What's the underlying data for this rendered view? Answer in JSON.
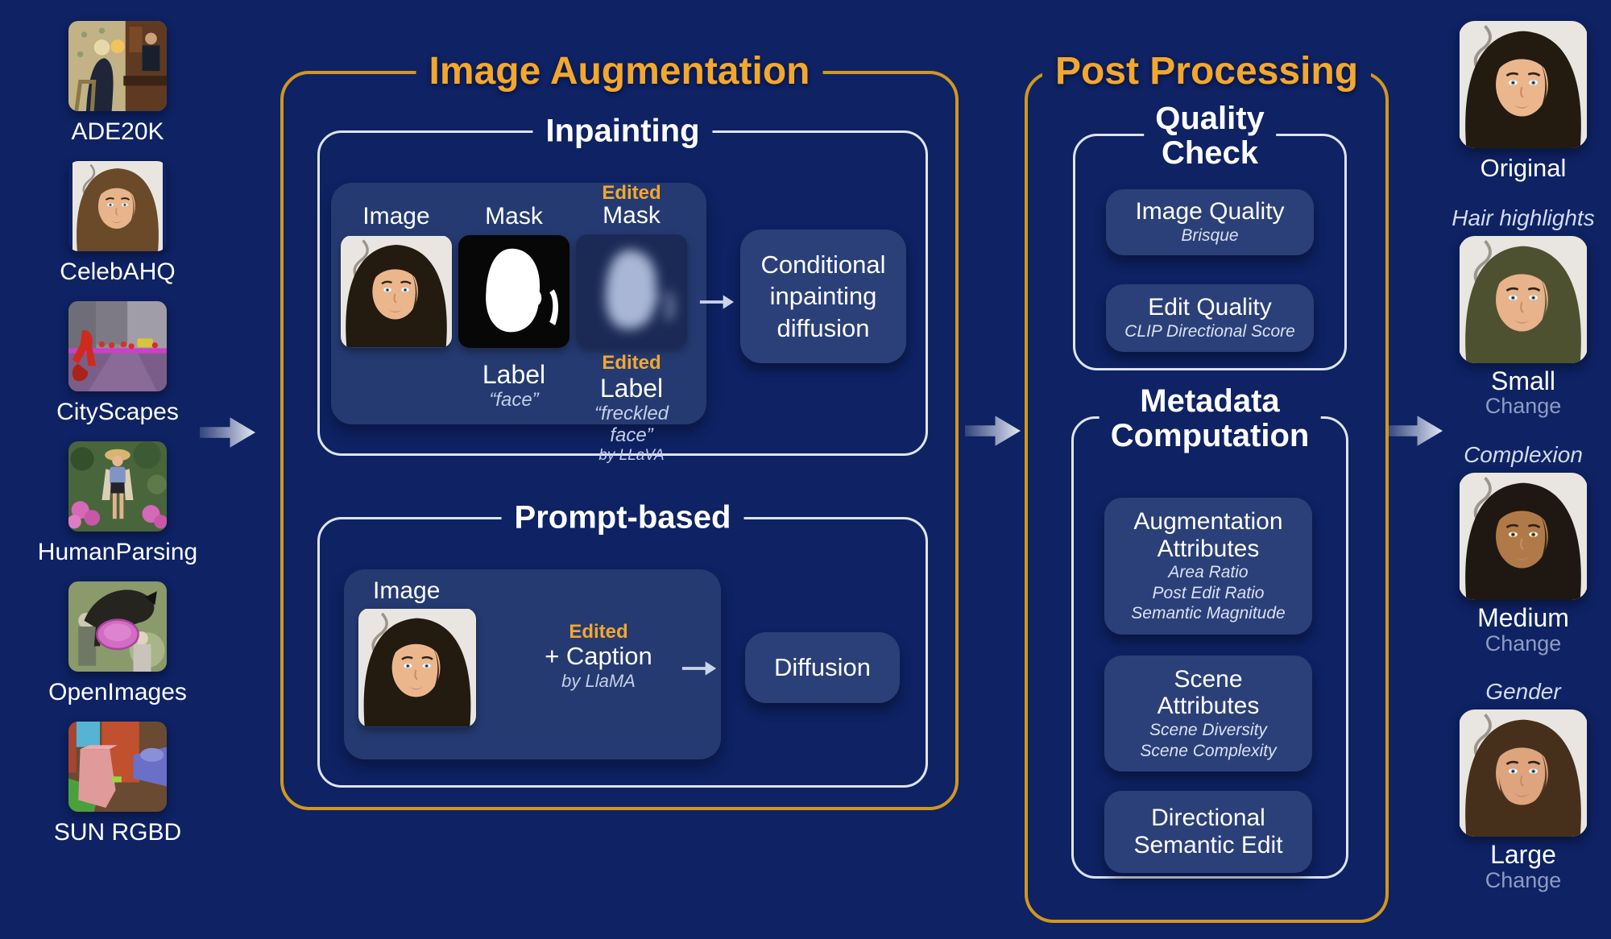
{
  "colors": {
    "background_navy": "#0E2264",
    "accent_orange_title": "#F2A72E",
    "accent_orange_border": "#D2971F",
    "card_navy": "#253A71",
    "pill_navy": "#2B4078",
    "white_border": "#DDE4F2",
    "italic_subtext": "#C4CEE8",
    "muted_change_text": "#8E9BC4"
  },
  "datasets": {
    "items": [
      {
        "label": "ADE20K"
      },
      {
        "label": "CelebAHQ"
      },
      {
        "label": "CityScapes"
      },
      {
        "label": "HumanParsing"
      },
      {
        "label": "OpenImages"
      },
      {
        "label": "SUN RGBD"
      }
    ]
  },
  "augmentation": {
    "title": "Image Augmentation",
    "inpainting": {
      "title": "Inpainting",
      "image_label": "Image",
      "mask_label": "Mask",
      "edited_tag": "Edited",
      "edited_mask_label": "Mask",
      "label_heading": "Label",
      "label_value": "“face”",
      "edited_label_heading": "Label",
      "edited_label_value": "“freckled face”",
      "edited_label_by": "by LLaVA",
      "conditional_diffusion": {
        "line1": "Conditional",
        "line2": "inpainting",
        "line3": "diffusion"
      }
    },
    "prompt_based": {
      "title": "Prompt-based",
      "image_label": "Image",
      "edited_tag": "Edited",
      "caption_label": "+ Caption",
      "caption_by": "by LlaMA",
      "diffusion_label": "Diffusion"
    }
  },
  "post_processing": {
    "title": "Post Processing",
    "quality_check": {
      "title1": "Quality",
      "title2": "Check",
      "image_quality": {
        "title": "Image Quality",
        "subtitle": "Brisque"
      },
      "edit_quality": {
        "title": "Edit Quality",
        "subtitle": "CLIP Directional Score"
      }
    },
    "metadata_computation": {
      "title1": "Metadata",
      "title2": "Computation",
      "augmentation_attributes": {
        "line1": "Augmentation",
        "line2": "Attributes",
        "sub1": "Area Ratio",
        "sub2": "Post Edit Ratio",
        "sub3": "Semantic Magnitude"
      },
      "scene_attributes": {
        "line1": "Scene",
        "line2": "Attributes",
        "sub1": "Scene Diversity",
        "sub2": "Scene Complexity"
      },
      "directional_semantic_edit": {
        "line1": "Directional",
        "line2": "Semantic Edit"
      }
    }
  },
  "results": {
    "original_label": "Original",
    "edits": [
      {
        "attribute": "Hair highlights",
        "magnitude": "Small",
        "change_word": "Change"
      },
      {
        "attribute": "Complexion",
        "magnitude": "Medium",
        "change_word": "Change"
      },
      {
        "attribute": "Gender",
        "magnitude": "Large",
        "change_word": "Change"
      }
    ]
  }
}
